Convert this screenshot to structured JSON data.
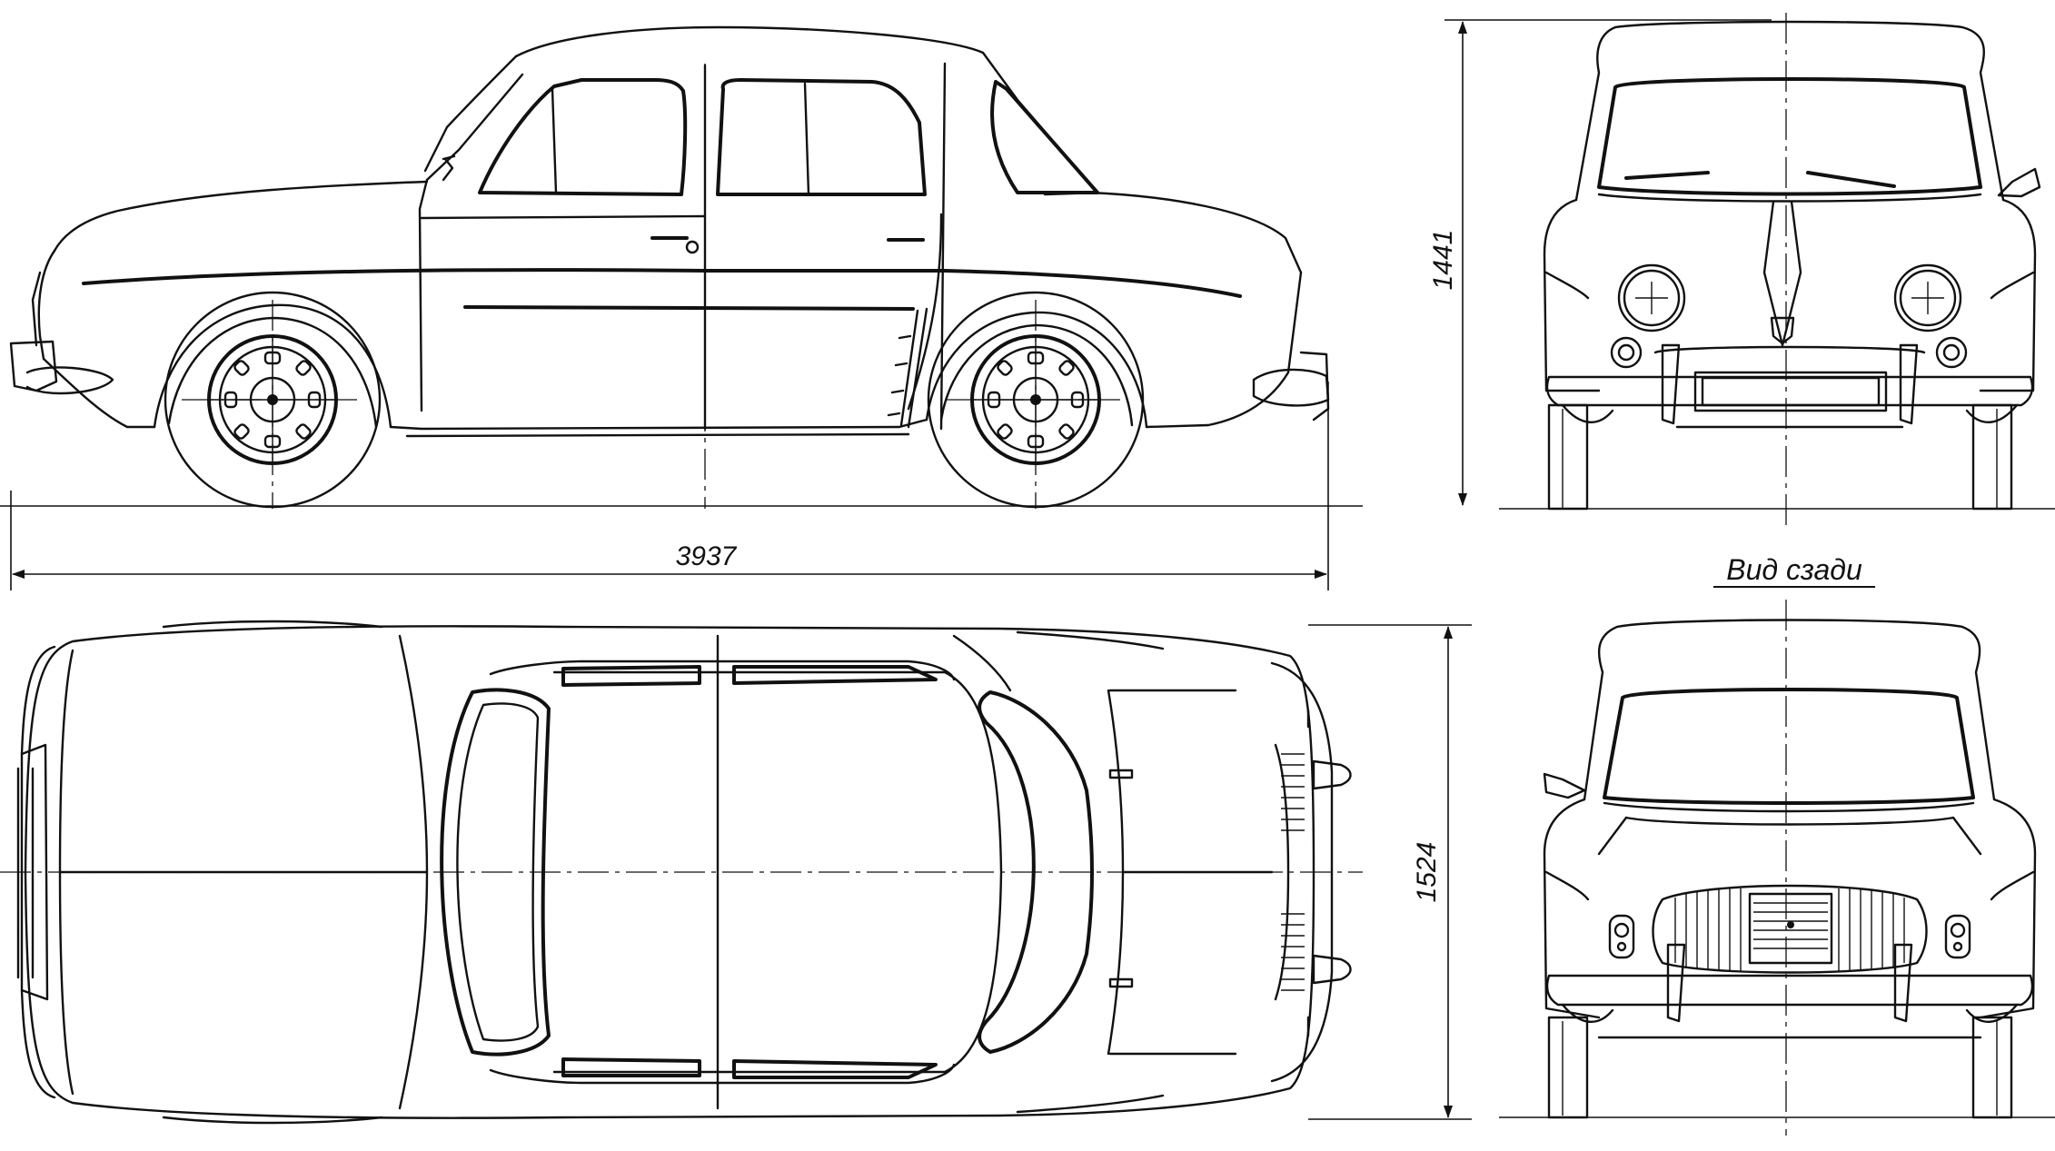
{
  "dimensions": {
    "length": "3937",
    "height": "1441",
    "width": "1524"
  },
  "view_labels": {
    "rear_view": "Вид сзади"
  }
}
